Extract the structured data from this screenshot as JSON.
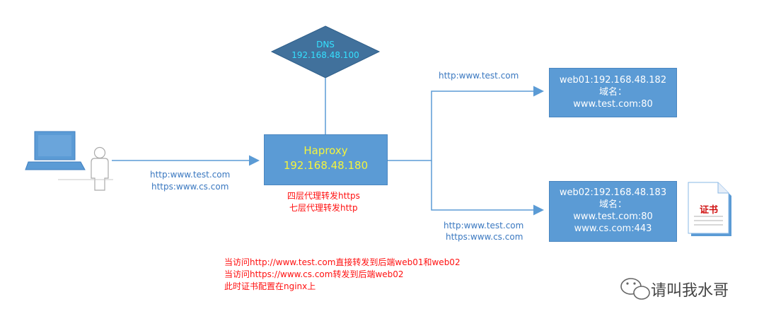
{
  "dns": {
    "name": "DNS",
    "ip": "192.168.48.100"
  },
  "client_labels": {
    "http": "http:www.test.com",
    "https": "https:www.cs.com"
  },
  "haproxy": {
    "name": "Haproxy",
    "ip": "192.168.48.180",
    "note_l4": "四层代理转发https",
    "note_l7": "七层代理转发http"
  },
  "route_top": {
    "label": "http:www.test.com"
  },
  "route_bottom": {
    "http": "http:www.test.com",
    "https": "https:www.cs.com"
  },
  "web01": {
    "title": "web01:192.168.48.182",
    "domain_label": "域名：",
    "domain1": "www.test.com:80"
  },
  "web02": {
    "title": "web02:192.168.48.183",
    "domain_label": "域名：",
    "domain1": "www.test.com:80",
    "domain2": "www.cs.com:443"
  },
  "certificate": {
    "label": "证书"
  },
  "notes": [
    "当访问http://www.test.com直接转发到后端web01和web02",
    "当访问https://www.cs.com转发到后端web02",
    "此时证书配置在nginx上"
  ],
  "watermark": "请叫我水哥",
  "colors": {
    "box": "#5b9bd5",
    "line": "#5b9bd5",
    "label": "#3a78c0",
    "note": "#ff1010",
    "haproxy_text": "#f4f43c",
    "dns_text": "#35e0ff"
  }
}
